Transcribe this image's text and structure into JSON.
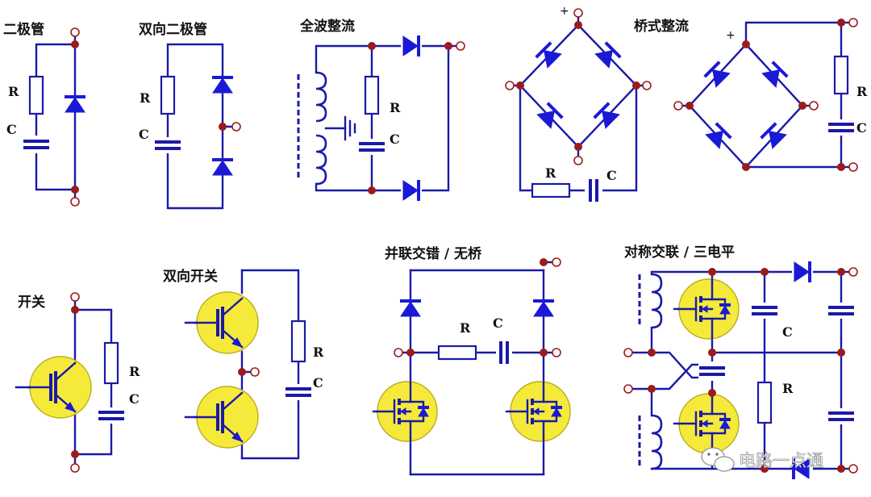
{
  "circuits": {
    "diode": {
      "title": "二极管",
      "r_label": "R",
      "c_label": "C"
    },
    "bidir_diode": {
      "title": "双向二极管",
      "r_label": "R",
      "c_label": "C"
    },
    "full_wave": {
      "title": "全波整流",
      "r_label": "R",
      "c_label": "C"
    },
    "bridge1": {
      "plus": "+",
      "r_label": "R",
      "c_label": "C"
    },
    "bridge2": {
      "title": "桥式整流",
      "plus": "+",
      "r_label": "R",
      "c_label": "C"
    },
    "switch": {
      "title": "开关",
      "r_label": "R",
      "c_label": "C"
    },
    "bidir_switch": {
      "title": "双向开关",
      "r_label": "R",
      "c_label": "C"
    },
    "parallel": {
      "title": "并联交错 / 无桥",
      "r_label": "R",
      "c_label": "C"
    },
    "symmetric": {
      "title": "对称交联 / 三电平",
      "r_label": "R",
      "c_label": "C"
    }
  },
  "watermark": {
    "text": "电路一点通",
    "icon": "wechat-icon"
  },
  "colors": {
    "wire": "#1a1aa8",
    "diode": "#1a1ad6",
    "node": "#9b1b1b",
    "device_fill": "#f5ea3a"
  }
}
